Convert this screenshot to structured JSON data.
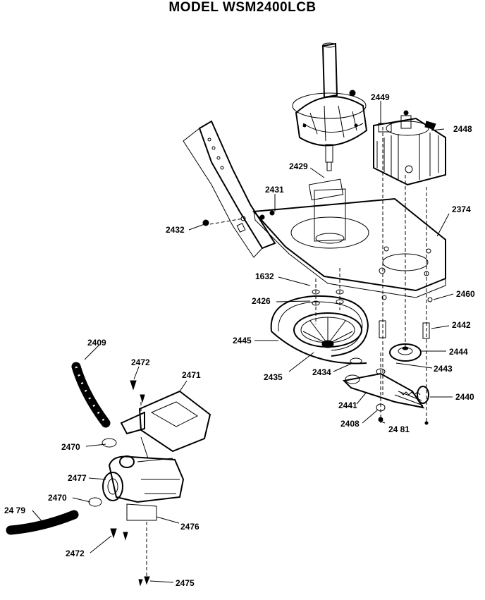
{
  "header": {
    "title": "MODEL WSM2400LCB"
  },
  "callouts": [
    {
      "id": "c2449",
      "text": "2449"
    },
    {
      "id": "c2448",
      "text": "2448"
    },
    {
      "id": "c2429",
      "text": "2429"
    },
    {
      "id": "c2431",
      "text": "2431"
    },
    {
      "id": "c2374",
      "text": "2374"
    },
    {
      "id": "c2432",
      "text": "2432"
    },
    {
      "id": "c1632",
      "text": "1632"
    },
    {
      "id": "c2426",
      "text": "2426"
    },
    {
      "id": "c2460",
      "text": "2460"
    },
    {
      "id": "c2442",
      "text": "2442"
    },
    {
      "id": "c2445",
      "text": "2445"
    },
    {
      "id": "c2444",
      "text": "2444"
    },
    {
      "id": "c2443",
      "text": "2443"
    },
    {
      "id": "c2435",
      "text": "2435"
    },
    {
      "id": "c2434",
      "text": "2434"
    },
    {
      "id": "c2440",
      "text": "2440"
    },
    {
      "id": "c2441",
      "text": "2441"
    },
    {
      "id": "c2408",
      "text": "2408"
    },
    {
      "id": "c2481",
      "text": "24 81"
    },
    {
      "id": "c2409",
      "text": "2409"
    },
    {
      "id": "c2472a",
      "text": "2472"
    },
    {
      "id": "c2471",
      "text": "2471"
    },
    {
      "id": "c2470a",
      "text": "2470"
    },
    {
      "id": "c2477",
      "text": "2477"
    },
    {
      "id": "c2470b",
      "text": "2470"
    },
    {
      "id": "c2479",
      "text": "24 79"
    },
    {
      "id": "c2476",
      "text": "2476"
    },
    {
      "id": "c2472b",
      "text": "2472"
    },
    {
      "id": "c2475",
      "text": "2475"
    }
  ]
}
